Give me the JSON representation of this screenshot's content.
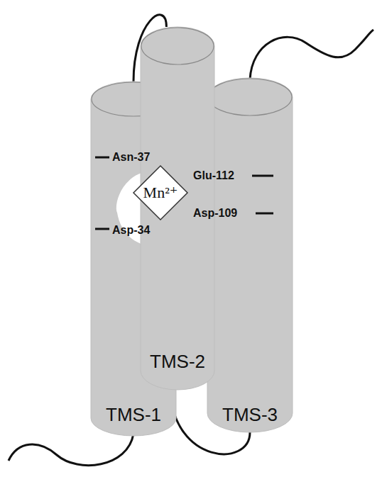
{
  "diagram": {
    "nodes": [
      {
        "text": [
          "TMS-1"
        ]
      },
      {
        "text": [
          "TMS-2"
        ]
      },
      {
        "text": [
          "TMS-3"
        ]
      },
      {
        "text": [
          "Mn²⁺"
        ]
      }
    ],
    "edges": [
      {
        "from": 0,
        "to": 1,
        "arrow": "none"
      },
      {
        "from": 1,
        "to": 2,
        "arrow": "none"
      }
    ],
    "labels": [
      "Asn-37",
      "Glu-112",
      "Asp-109",
      "Asp-34"
    ]
  }
}
